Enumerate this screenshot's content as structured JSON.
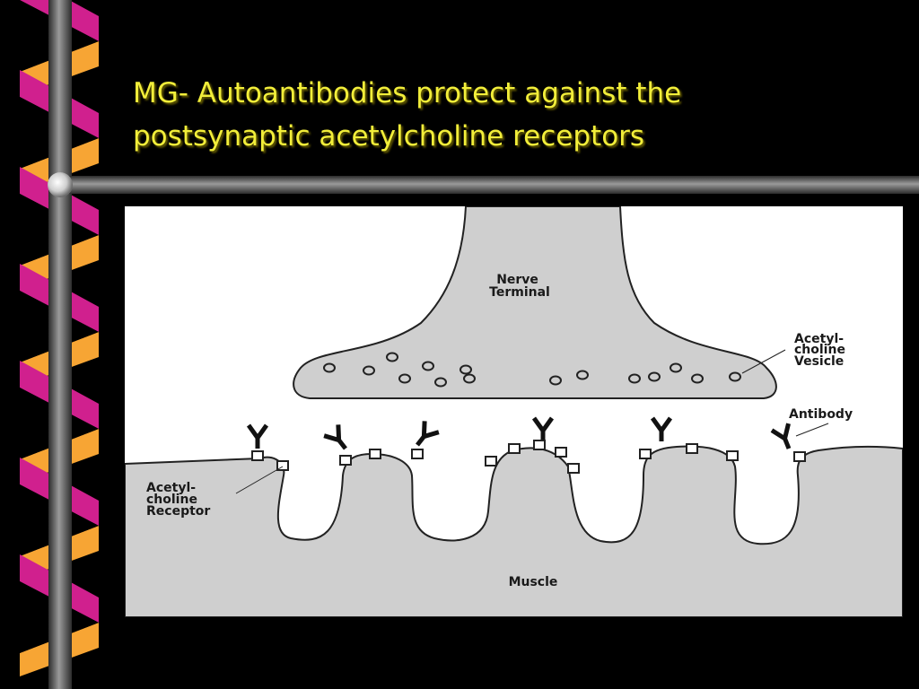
{
  "slide": {
    "title_lines": [
      "MG- Autoantibodies protect against the",
      "postsynaptic acetylcholine receptors"
    ]
  },
  "diagram": {
    "labels": {
      "nerve_terminal": [
        "Nerve",
        "Terminal"
      ],
      "vesicle": [
        "Acetyl-",
        "choline",
        "Vesicle"
      ],
      "antibody": [
        "Antibody"
      ],
      "receptor": [
        "Acetyl-",
        "choline",
        "Receptor"
      ],
      "muscle": [
        "Muscle"
      ]
    }
  },
  "colors": {
    "background": "#000000",
    "title": "#f2ee3a",
    "bar_pink": "#d0208e",
    "bar_orange": "#f7a534",
    "rail_gray": "#6c6c6c",
    "diagram_fill": "#cfcfcf",
    "diagram_bg": "#ffffff"
  }
}
